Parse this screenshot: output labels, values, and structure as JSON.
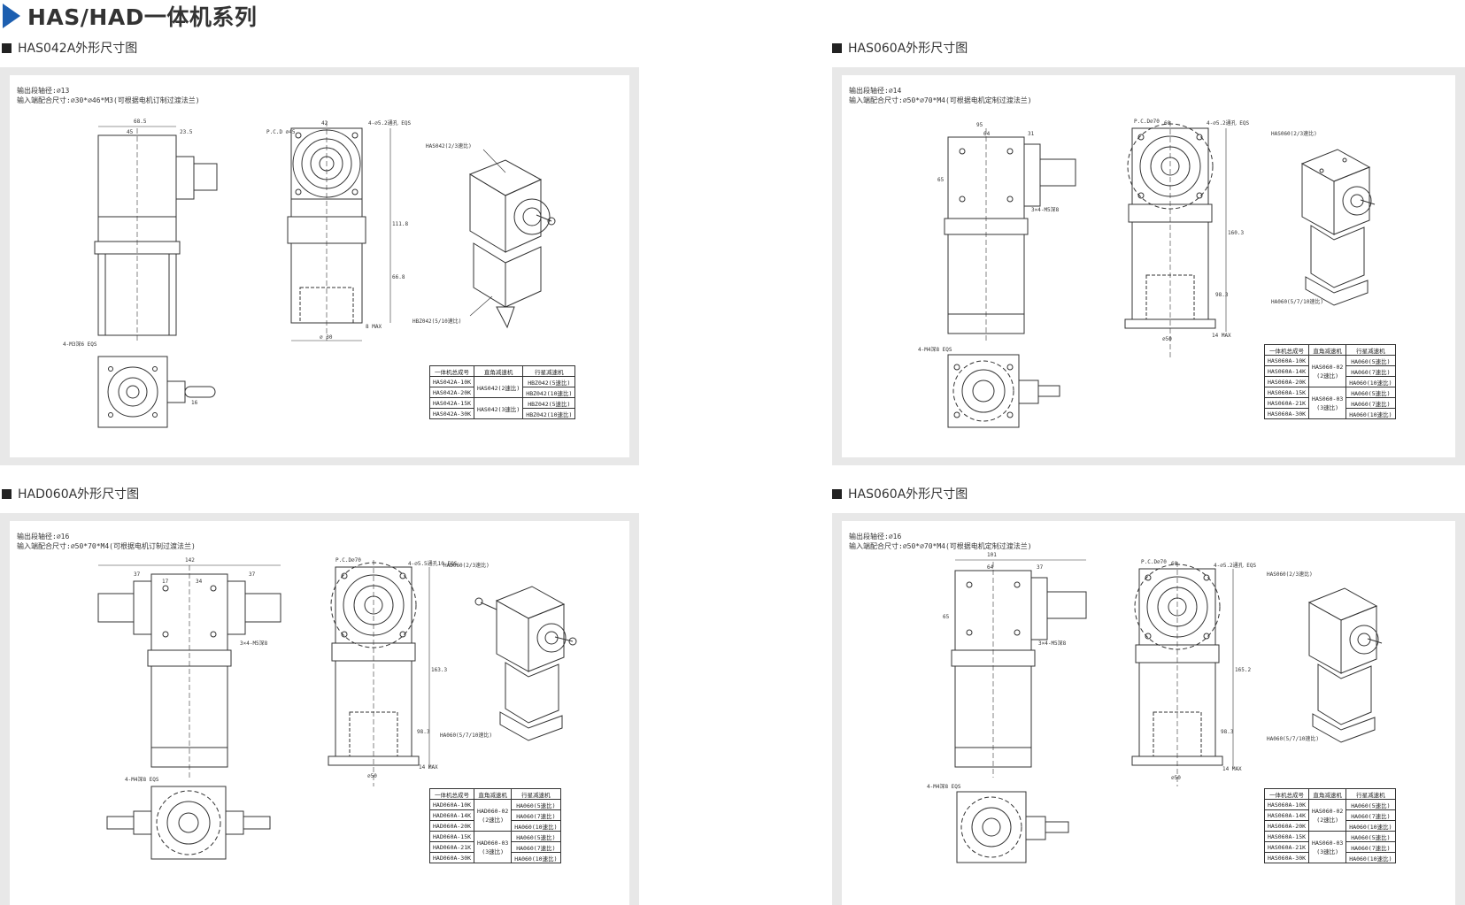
{
  "header": {
    "title": "HAS/HAD一体机系列"
  },
  "panels": [
    {
      "title": "HAS042A外形尺寸图",
      "notes": [
        "输出段轴径:∅13",
        "输入端配合尺寸:∅30*∅46*M3(可根据电机订制过渡法兰)"
      ],
      "callouts": {
        "iso_top": "HAS042(2/3速比)",
        "iso_bottom": "HBZ042(5/10速比)",
        "pcd": "P.C.D ∅45",
        "holes": "4-∅5.2通孔 EQS",
        "holes_bottom": "4-M3深6 EQS"
      },
      "dims": [
        "68.5",
        "45",
        "23.5",
        "42",
        "111.8",
        "66.8",
        "∅ 30",
        "8 MAX",
        "16"
      ],
      "table": {
        "headers": [
          "一体机总成号",
          "直角减速机",
          "行星减速机"
        ],
        "rows": [
          {
            "model": "HAS042A-10K",
            "right": "HAS042(2速比)",
            "planet": "HBZ042(5速比)"
          },
          {
            "model": "HAS042A-20K",
            "right": "",
            "planet": "HBZ042(10速比)"
          },
          {
            "model": "HAS042A-15K",
            "right": "HAS042(3速比)",
            "planet": "HBZ042(5速比)"
          },
          {
            "model": "HAS042A-30K",
            "right": "",
            "planet": "HBZ042(10速比)"
          }
        ]
      }
    },
    {
      "title": "HAS060A外形尺寸图",
      "notes": [
        "输出段轴径:∅14",
        "输入端配合尺寸:∅50*∅70*M4(可根据电机定制过渡法兰)"
      ],
      "callouts": {
        "iso_top": "HAS060(2/3速比)",
        "iso_bottom": "HA060(5/7/10速比)",
        "pcd": "P.C.D∅70",
        "holes": "4-∅5.2通孔 EQS",
        "holes_bottom": "4-M4深8 EQS"
      },
      "dims": [
        "95",
        "64",
        "31",
        "60",
        "65",
        "160.3",
        "98.3",
        "∅50",
        "14 MAX",
        "3×4-M5深8"
      ],
      "table": {
        "headers": [
          "一体机总成号",
          "直角减速机",
          "行星减速机"
        ],
        "rows": [
          {
            "model": "HAS060A-10K",
            "right": "HAS060-02",
            "right2": "(2速比)",
            "planet": "HA060(5速比)"
          },
          {
            "model": "HAS060A-14K",
            "right": "",
            "planet": "HA060(7速比)"
          },
          {
            "model": "HAS060A-20K",
            "right": "",
            "planet": "HA060(10速比)"
          },
          {
            "model": "HAS060A-15K",
            "right": "HAS060-03",
            "right2": "(3速比)",
            "planet": "HA060(5速比)"
          },
          {
            "model": "HAS060A-21K",
            "right": "",
            "planet": "HA060(7速比)"
          },
          {
            "model": "HAS060A-30K",
            "right": "",
            "planet": "HA060(10速比)"
          }
        ]
      }
    },
    {
      "title": "HAD060A外形尺寸图",
      "notes": [
        "输出段轴径:∅16",
        "输入端配合尺寸:∅50*70*M4(可根据电机订制过渡法兰)"
      ],
      "callouts": {
        "iso_top": "HAD060(2/3速比)",
        "iso_bottom": "HA060(5/7/10速比)",
        "pcd": "P.C.D∅70",
        "holes": "4-∅5.5通孔10 EQS",
        "holes_bottom": "4-M4深8 EQS"
      },
      "dims": [
        "142",
        "37",
        "37",
        "17",
        "34",
        "163.3",
        "98.3",
        "∅50",
        "14 MAX",
        "3×4-M5深8"
      ],
      "table": {
        "headers": [
          "一体机总成号",
          "直角减速机",
          "行星减速机"
        ],
        "rows": [
          {
            "model": "HAD060A-10K",
            "right": "HAD060-02",
            "right2": "(2速比)",
            "planet": "HA060(5速比)"
          },
          {
            "model": "HAD060A-14K",
            "right": "",
            "planet": "HA060(7速比)"
          },
          {
            "model": "HAD060A-20K",
            "right": "",
            "planet": "HA060(10速比)"
          },
          {
            "model": "HAD060A-15K",
            "right": "HAD060-03",
            "right2": "(3速比)",
            "planet": "HA060(5速比)"
          },
          {
            "model": "HAD060A-21K",
            "right": "",
            "planet": "HA060(7速比)"
          },
          {
            "model": "HAD060A-30K",
            "right": "",
            "planet": "HA060(10速比)"
          }
        ]
      }
    },
    {
      "title": "HAS060A外形尺寸图",
      "notes": [
        "输出段轴径:∅16",
        "输入端配合尺寸:∅50*∅70*M4(可根据电机定制过渡法兰)"
      ],
      "callouts": {
        "iso_top": "HAS060(2/3速比)",
        "iso_bottom": "HA060(5/7/10速比)",
        "pcd": "P.C.D∅70",
        "holes": "4-∅5.2通孔 EQS",
        "holes_bottom": "4-M4深8 EQS"
      },
      "dims": [
        "101",
        "64",
        "37",
        "60",
        "65",
        "165.2",
        "98.3",
        "∅50",
        "14 MAX",
        "3×4-M5深8"
      ],
      "table": {
        "headers": [
          "一体机总成号",
          "直角减速机",
          "行星减速机"
        ],
        "rows": [
          {
            "model": "HAS060A-10K",
            "right": "HAS060-02",
            "right2": "(2速比)",
            "planet": "HA060(5速比)"
          },
          {
            "model": "HAS060A-14K",
            "right": "",
            "planet": "HA060(7速比)"
          },
          {
            "model": "HAS060A-20K",
            "right": "",
            "planet": "HA060(10速比)"
          },
          {
            "model": "HAS060A-15K",
            "right": "HAS060-03",
            "right2": "(3速比)",
            "planet": "HA060(5速比)"
          },
          {
            "model": "HAS060A-21K",
            "right": "",
            "planet": "HA060(7速比)"
          },
          {
            "model": "HAS060A-30K",
            "right": "",
            "planet": "HA060(10速比)"
          }
        ]
      }
    }
  ]
}
